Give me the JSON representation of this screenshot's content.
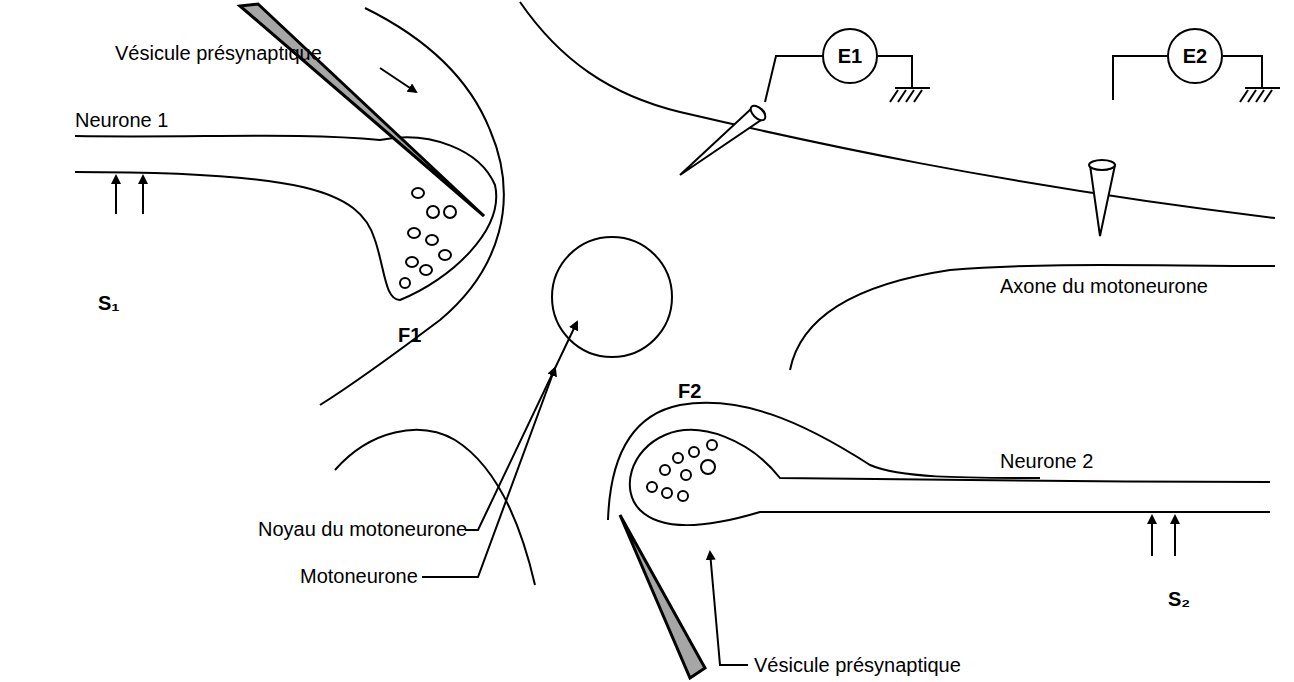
{
  "diagram": {
    "nodes": [
      {
        "text": [
          "E1"
        ]
      },
      {
        "text": [
          "E2"
        ]
      }
    ],
    "labels": [
      "Vésicule présynaptique",
      "Neurone 1",
      "S₁",
      "F1",
      "F2",
      "Noyau du motoneurone",
      "Motoneurone",
      "Neurone 2",
      "S₂",
      "Vésicule présynaptique",
      "Axone du motoneurone"
    ]
  }
}
